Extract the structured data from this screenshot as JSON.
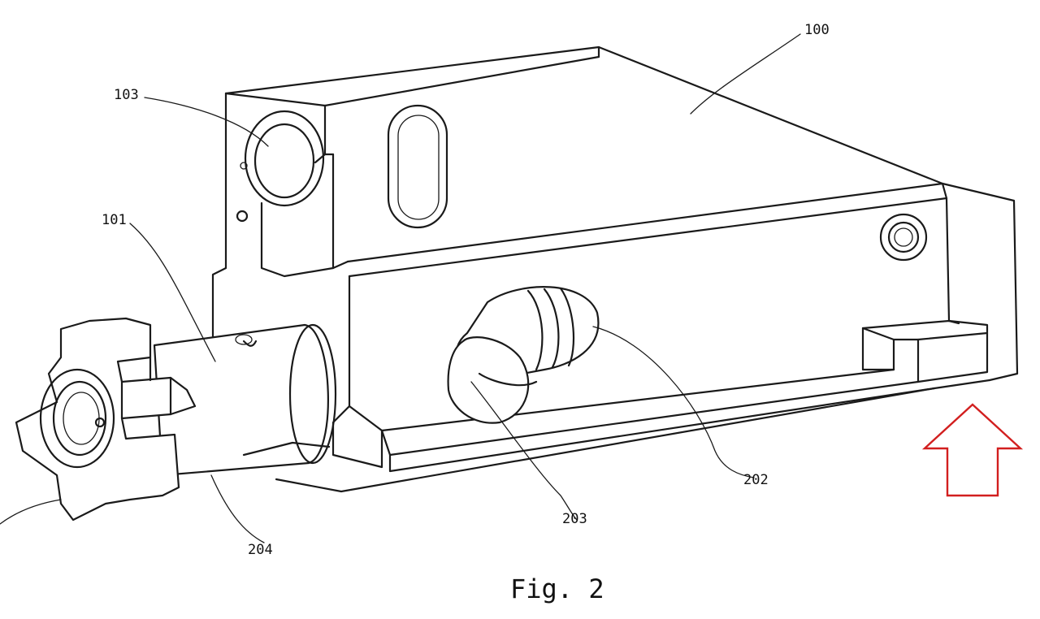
{
  "figure": {
    "caption": "Fig. 2",
    "labels": {
      "l100": "100",
      "l101": "101",
      "l103": "103",
      "l202": "202",
      "l203": "203",
      "l204": "204"
    }
  },
  "colors": {
    "line": "#1a1a1a",
    "background": "#ffffff",
    "arrow": "#d21f1f"
  }
}
